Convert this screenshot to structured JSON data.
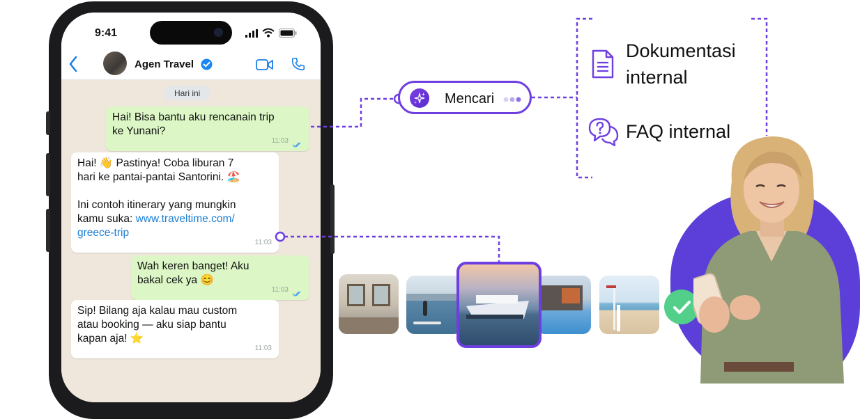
{
  "status_bar": {
    "time": "9:41"
  },
  "chat": {
    "contact_name": "Agen Travel",
    "day_label": "Hari ini",
    "messages": [
      {
        "direction": "out",
        "text_1": "Hai! Bisa bantu aku rencanain trip",
        "text_2": "ke Yunani?",
        "time": "11:03"
      },
      {
        "direction": "in",
        "text_1": "Hai! 👋 Pastinya! Coba liburan 7",
        "text_2": "hari ke pantai-pantai Santorini. 🏖️",
        "text_3": "Ini contoh itinerary yang mungkin",
        "text_4_prefix": "kamu suka: ",
        "link_1": "www.traveltime.com/",
        "link_2": "greece-trip",
        "time": "11:03"
      },
      {
        "direction": "out",
        "text_1": "Wah keren banget! Aku",
        "text_2": "bakal cek ya 😊",
        "time": "11:03"
      },
      {
        "direction": "in",
        "text_1": "Sip! Bilang aja kalau mau custom",
        "text_2": "atau booking — aku siap bantu",
        "text_3": "kapan aja! ⭐",
        "time": "11:03"
      }
    ]
  },
  "search": {
    "label": "Mencari"
  },
  "sources": {
    "doc_line_1": "Dokumentasi",
    "doc_line_2": "internal",
    "faq": "FAQ internal"
  },
  "icons": {
    "back": "chevron-left-icon",
    "verified": "verified-badge-icon",
    "video": "video-call-icon",
    "phone": "phone-call-icon",
    "sparkle": "sparkle-icon",
    "document": "document-icon",
    "faq": "question-chat-icon",
    "check": "check-icon"
  },
  "colors": {
    "accent": "#6e3fe0",
    "whatsapp_out": "#dcf7c5",
    "link": "#1b7fd4",
    "check": "#52d08a",
    "blob": "#5b3fd8"
  }
}
